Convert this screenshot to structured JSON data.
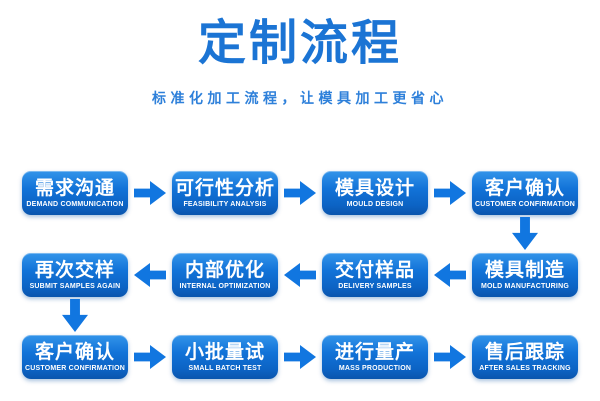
{
  "page": {
    "title": "定制流程",
    "subtitle": "标准化加工流程，让模具加工更省心"
  },
  "colors": {
    "title_blue": "#1b74d4",
    "subtitle_blue": "#2e80da",
    "box_gradient_top": "#3394ea",
    "box_gradient_bottom": "#0a55ad",
    "arrow_blue": "#1176e0",
    "box_text": "#ffffff",
    "background": "#ffffff"
  },
  "flow": {
    "rows": [
      {
        "direction": "right",
        "nodes": [
          {
            "title": "需求沟通",
            "caption": "DEMAND COMMUNICATION"
          },
          {
            "title": "可行性分析",
            "caption": "FEASIBILITY ANALYSIS"
          },
          {
            "title": "模具设计",
            "caption": "MOULD DESIGN"
          },
          {
            "title": "客户确认",
            "caption": "CUSTOMER CONFIRMATION"
          }
        ]
      },
      {
        "direction": "left",
        "nodes": [
          {
            "title": "再次交样",
            "caption": "SUBMIT SAMPLES AGAIN"
          },
          {
            "title": "内部优化",
            "caption": "INTERNAL OPTIMIZATION"
          },
          {
            "title": "交付样品",
            "caption": "DELIVERY SAMPLES"
          },
          {
            "title": "模具制造",
            "caption": "MOLD MANUFACTURING"
          }
        ]
      },
      {
        "direction": "right",
        "nodes": [
          {
            "title": "客户确认",
            "caption": "CUSTOMER CONFIRMATION"
          },
          {
            "title": "小批量试",
            "caption": "SMALL BATCH TEST"
          },
          {
            "title": "进行量产",
            "caption": "MASS PRODUCTION"
          },
          {
            "title": "售后跟踪",
            "caption": "AFTER SALES TRACKING"
          }
        ]
      }
    ]
  }
}
